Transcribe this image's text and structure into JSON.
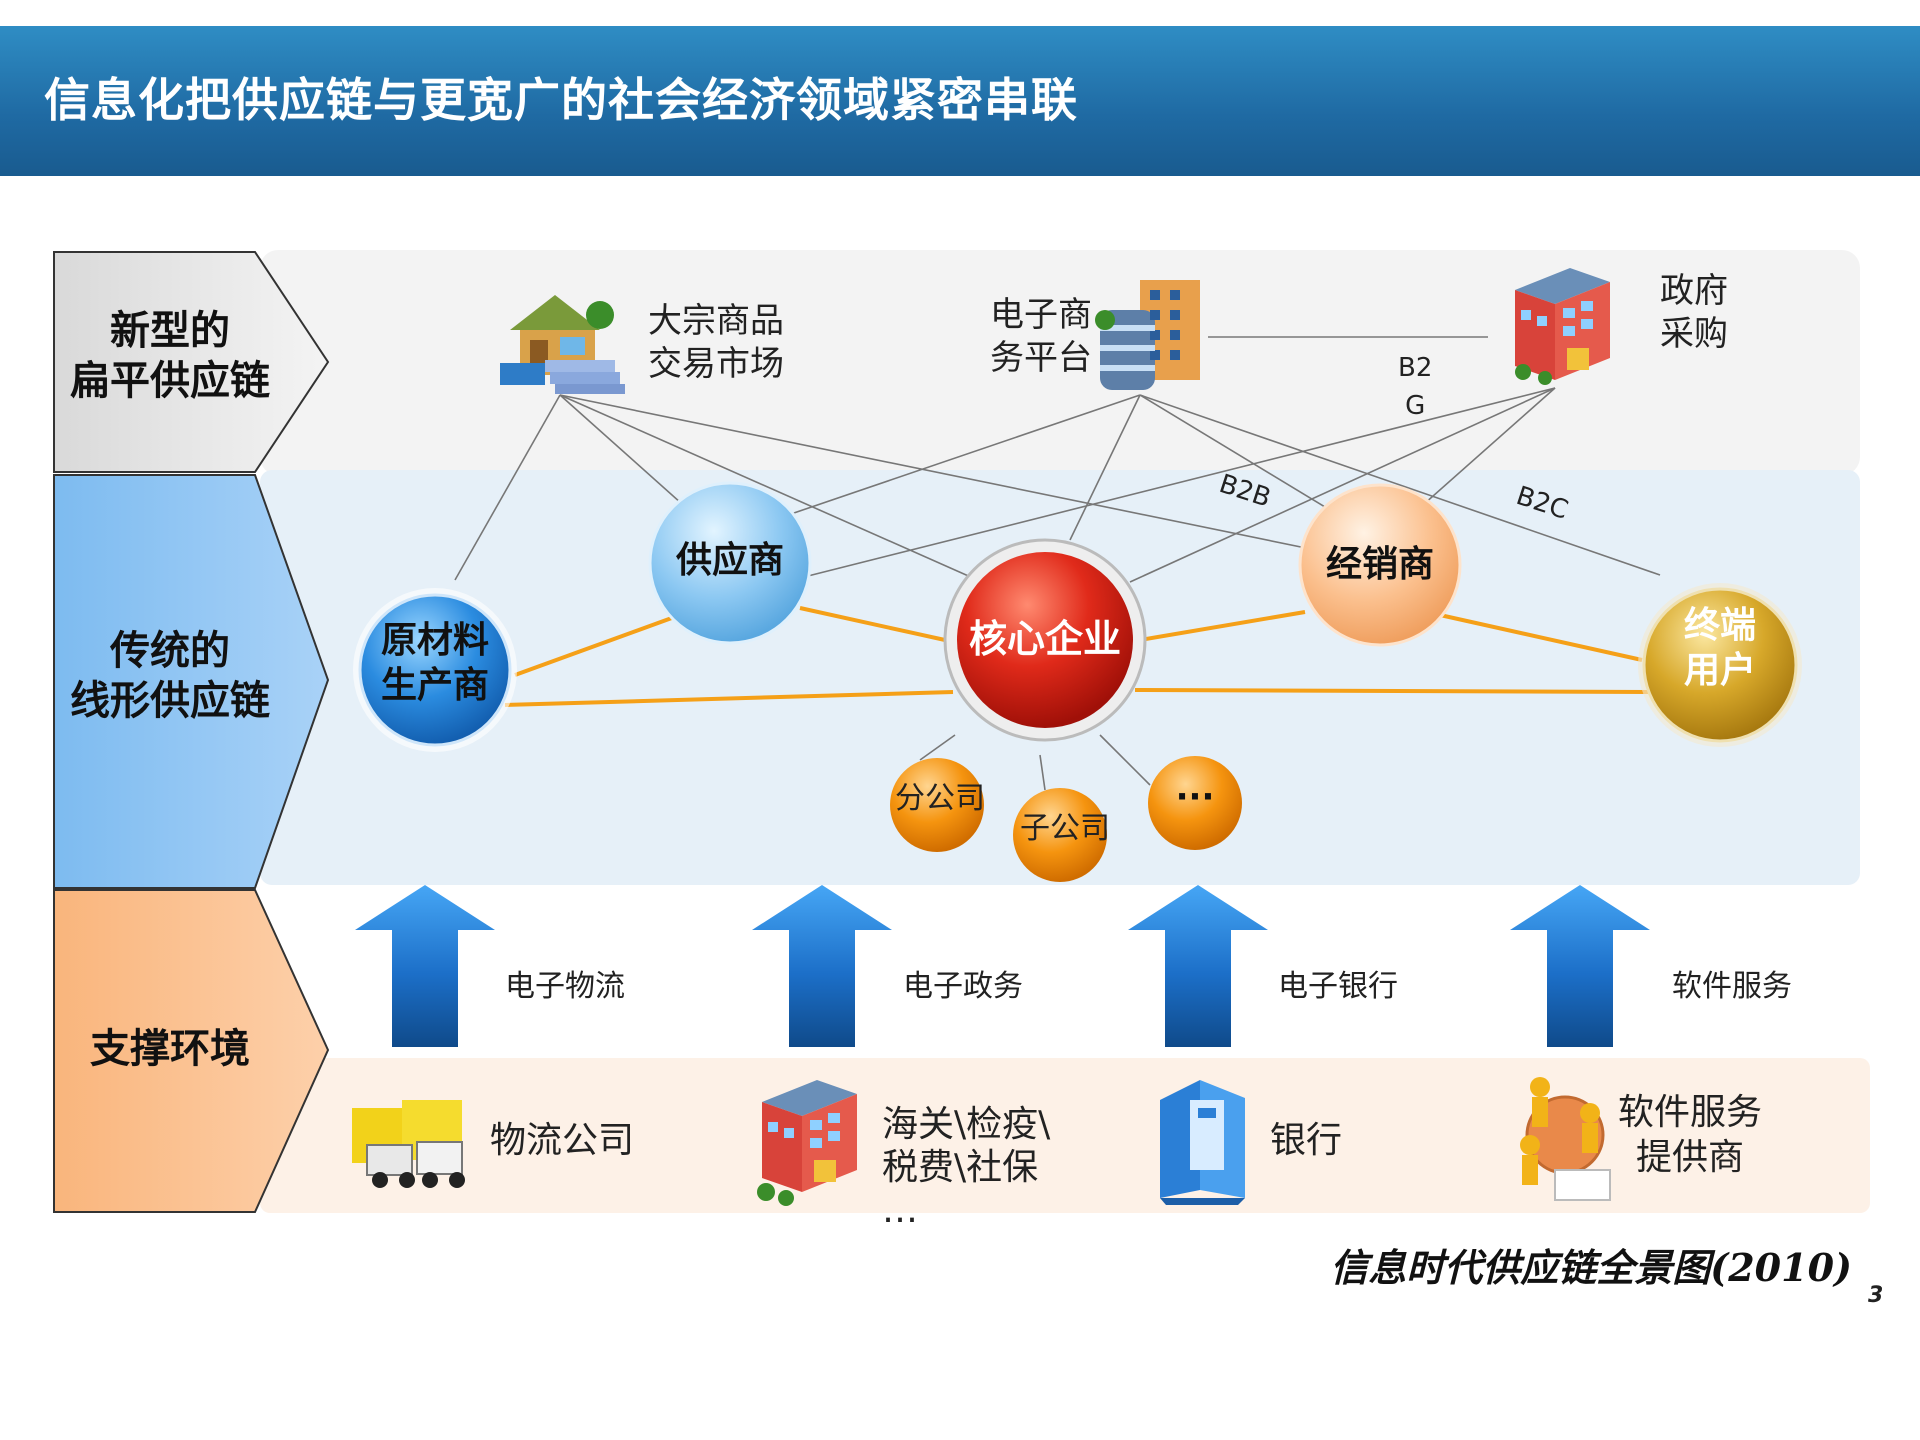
{
  "title": "信息化把供应链与更宽广的社会经济领域紧密串联",
  "rows": {
    "top": "新型的\n扁平供应链",
    "middle": "传统的\n线形供应链",
    "bottom": "支撑环境"
  },
  "top_nodes": {
    "bulk_market": "大宗商品\n交易市场",
    "ecommerce": "电子商\n务平台",
    "government": "政府\n采购"
  },
  "edge_labels": {
    "b2g": "B2\nG",
    "b2b": "B2B",
    "b2c": "B2C"
  },
  "chain_nodes": {
    "raw_material": "原材料\n生产商",
    "supplier": "供应商",
    "core": "核心企业",
    "distributor": "经销商",
    "end_user": "终端\n用户"
  },
  "sub_nodes": {
    "branch": "分公司",
    "subsidiary": "子公司",
    "more": "···"
  },
  "services": [
    "电子物流",
    "电子政务",
    "电子银行",
    "软件服务"
  ],
  "providers": {
    "logistics": "物流公司",
    "customs": "海关\\检疫\\\n税费\\社保\n…",
    "bank": "银行",
    "software": "软件服务\n提供商"
  },
  "caption": "信息时代供应链全景图(2010)",
  "page_number": "3",
  "colors": {
    "header": "#1f6aa3",
    "row_top": "#e8e8e8",
    "row_middle": "#8fc4f2",
    "row_bottom": "#fbc597",
    "chain_line": "#f5a018",
    "core": "#e02a1a",
    "supplier": "#8cc8f2",
    "distributor": "#fbc08e",
    "end_user": "#d7a82a",
    "raw_material": "#2b8ce0",
    "sub_node": "#f5940f",
    "arrow": "#2277d4"
  },
  "icons": [
    "warehouse-icon",
    "office-building-icon",
    "government-building-icon",
    "truck-icon",
    "customs-building-icon",
    "bank-icon",
    "software-people-icon"
  ]
}
